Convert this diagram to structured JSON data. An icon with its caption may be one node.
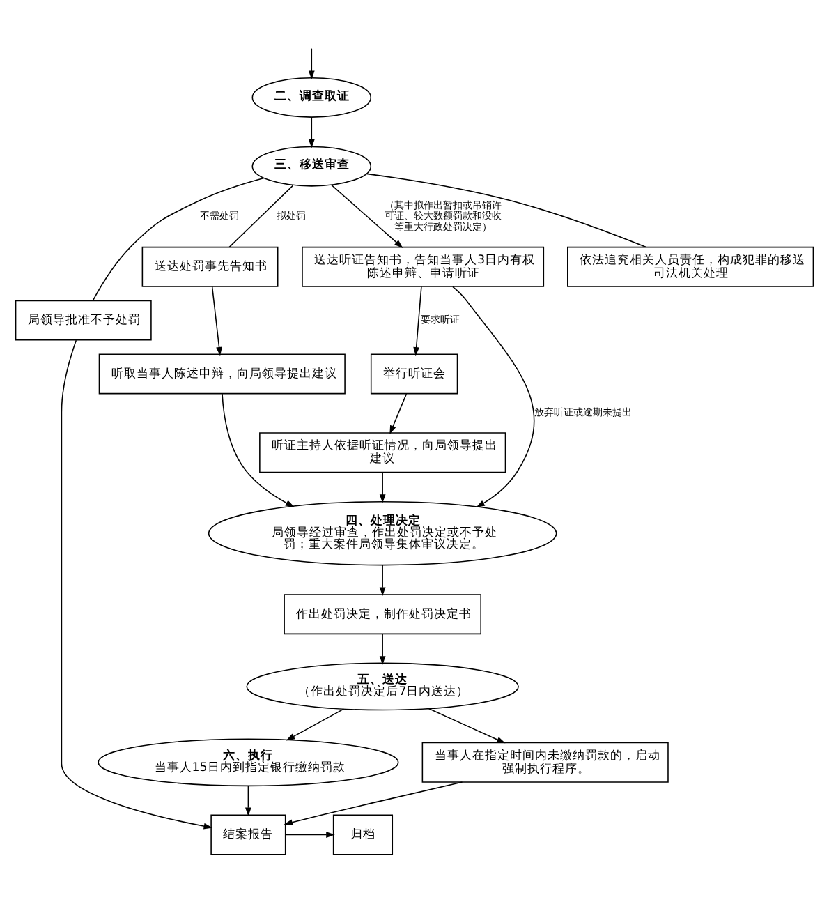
{
  "diagram": {
    "nodes": [
      {
        "text": [
          "二、调查取证"
        ]
      },
      {
        "text": [
          "三、移送审查"
        ]
      },
      {
        "text": [
          "局领导批准不予处罚"
        ]
      },
      {
        "text": [
          "送达处罚事先告知书"
        ]
      },
      {
        "text": [
          "送达听证告知书，告知当事人3日内有权陈述申辩、申请听证"
        ]
      },
      {
        "text": [
          "依法追究相关人员责任，构成犯罪的移送司法机关处理"
        ]
      },
      {
        "text": [
          "听取当事人陈述申辩，向局领导提出建议"
        ]
      },
      {
        "text": [
          "举行听证会"
        ]
      },
      {
        "text": [
          "四、处理决定",
          "局领导经过审查，作出处罚决定或不予处罚；重大案件局领导集体审议决定。"
        ]
      },
      {
        "text": [
          "听证主持人依据听证情况，向局领导提出建议"
        ]
      },
      {
        "text": [
          "作出处罚决定，制作处罚决定书"
        ]
      },
      {
        "text": [
          "五、送达",
          "（作出处罚决定后7日内送达）"
        ]
      },
      {
        "text": [
          "六、执行",
          "当事人15日内到指定银行缴纳罚款"
        ]
      },
      {
        "text": [
          "当事人在指定时间内未缴纳罚款的，启动强制执行程序。"
        ]
      },
      {
        "text": [
          "结案报告"
        ]
      },
      {
        "text": [
          "归档"
        ]
      }
    ],
    "edges": [
      {
        "from": null,
        "to": 0,
        "arrow": "to"
      },
      {
        "from": 0,
        "to": 1,
        "arrow": "to"
      },
      {
        "from": 1,
        "to": 2,
        "arrow": "none",
        "label": "不需处罚"
      },
      {
        "from": 1,
        "to": 3,
        "arrow": "none",
        "label": "拟处罚"
      },
      {
        "from": 1,
        "to": 4,
        "arrow": "to",
        "label": "（其中拟作出暂扣或吊销许可证、较大数额罚款和没收等重大行政处罚决定）"
      },
      {
        "from": 1,
        "to": 5,
        "arrow": "none"
      },
      {
        "from": 3,
        "to": 6,
        "arrow": "to"
      },
      {
        "from": 4,
        "to": 7,
        "arrow": "to",
        "label": "要求听证"
      },
      {
        "from": 6,
        "to": 8,
        "arrow": "to"
      },
      {
        "from": 4,
        "to": 8,
        "arrow": "to",
        "label": "放弃听证或逾期未提出"
      },
      {
        "from": 7,
        "to": 9,
        "arrow": "to"
      },
      {
        "from": 9,
        "to": 8,
        "arrow": "to"
      },
      {
        "from": 8,
        "to": 10,
        "arrow": "to"
      },
      {
        "from": 10,
        "to": 11,
        "arrow": "to"
      },
      {
        "from": 11,
        "to": 12,
        "arrow": "to"
      },
      {
        "from": 11,
        "to": 13,
        "arrow": "to"
      },
      {
        "from": 12,
        "to": 14,
        "arrow": "to"
      },
      {
        "from": 13,
        "to": 14,
        "arrow": "to"
      },
      {
        "from": 2,
        "to": 14,
        "arrow": "to"
      },
      {
        "from": 14,
        "to": 15,
        "arrow": "to"
      }
    ]
  }
}
